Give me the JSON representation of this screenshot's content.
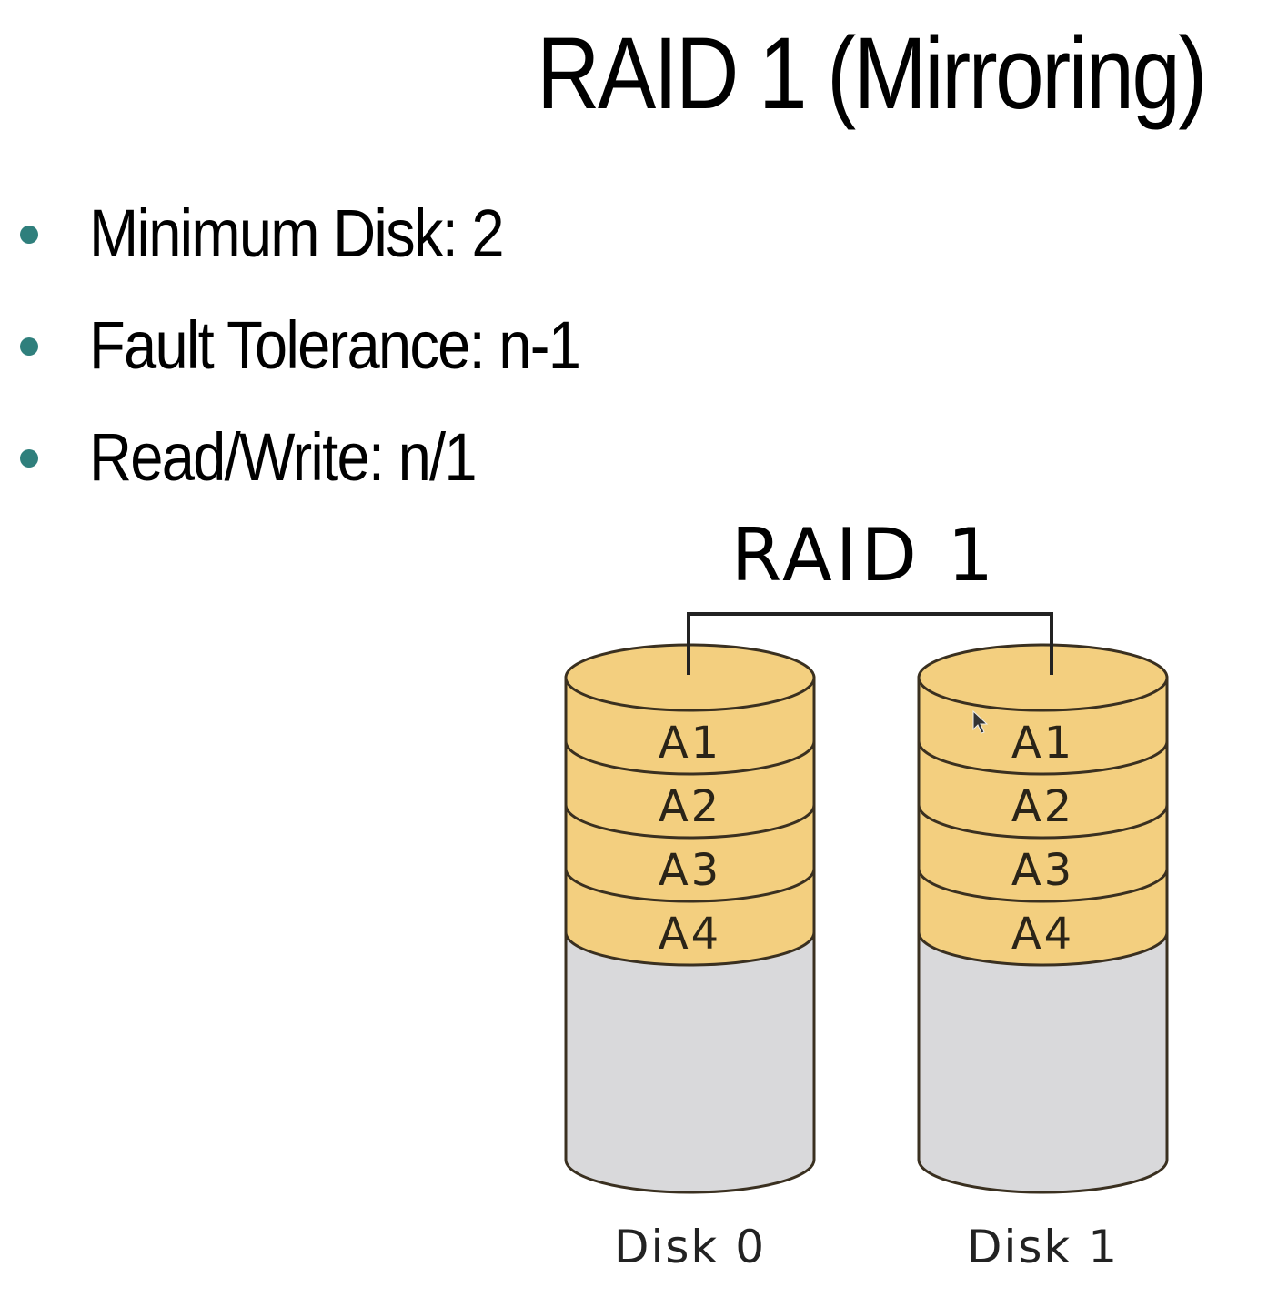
{
  "slide": {
    "title": "RAID 1 (Mirroring)",
    "bullets": [
      {
        "label": "Minimum Disk: 2"
      },
      {
        "label": "Fault Tolerance: n-1"
      },
      {
        "label": "Read/Write: n/1"
      }
    ],
    "bullet_color": "#2f7f7c"
  },
  "diagram": {
    "title": "RAID 1",
    "disks": [
      {
        "label": "Disk 0",
        "blocks": [
          "A1",
          "A2",
          "A3",
          "A4"
        ]
      },
      {
        "label": "Disk 1",
        "blocks": [
          "A1",
          "A2",
          "A3",
          "A4"
        ]
      }
    ],
    "colors": {
      "block_fill": "#f3cf7f",
      "empty_fill": "#d9d9db",
      "stroke": "#3a3020"
    }
  }
}
